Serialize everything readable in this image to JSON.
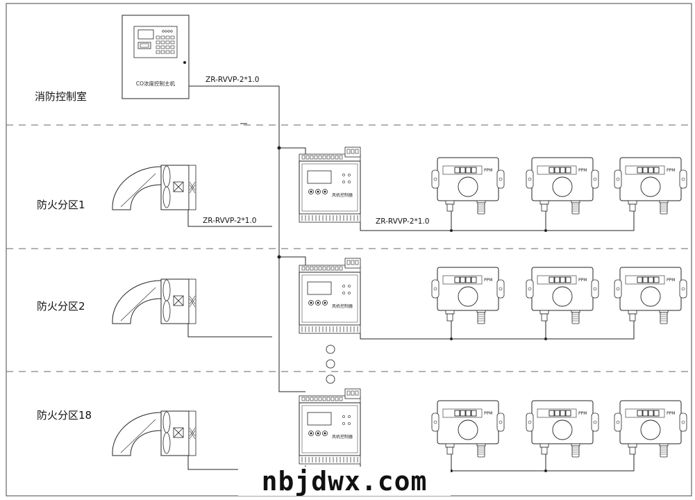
{
  "main_panel": {
    "label": "CO浓度控制主机"
  },
  "zones": [
    {
      "label": "消防控制室"
    },
    {
      "label": "防火分区1"
    },
    {
      "label": "防火分区2"
    },
    {
      "label": "防火分区18"
    }
  ],
  "cables": {
    "main_to_bus": "ZR-RVVP-2*1.0",
    "fan_to_controller": "ZR-RVVP-2*1.0",
    "controller_to_sensors": "ZR-RVVP-2*1.0"
  },
  "controller": {
    "label": "风机控制器"
  },
  "sensor": {
    "unit": "PPM"
  },
  "watermark": "nbjdwx.com"
}
